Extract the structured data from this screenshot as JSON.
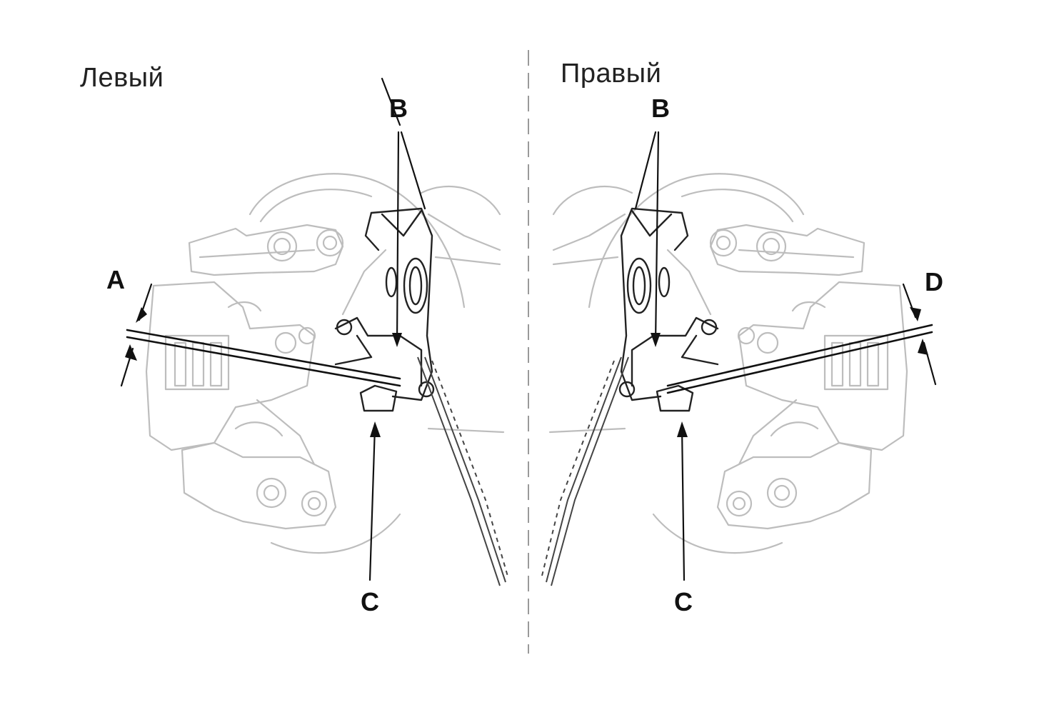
{
  "panels": {
    "left_title": "Левый",
    "right_title": "Правый"
  },
  "callouts": {
    "a": "A",
    "b_left": "B",
    "c_left": "C",
    "b_right": "B",
    "c_right": "C",
    "d": "D"
  },
  "colors": {
    "ink_dark": "#111111",
    "ink_light": "#bdbdbd",
    "ink_mid": "#8a8a8a",
    "background": "#ffffff"
  }
}
